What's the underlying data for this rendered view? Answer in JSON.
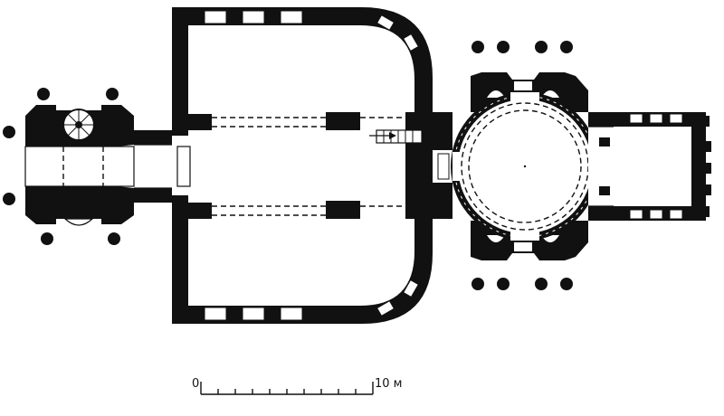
{
  "scale_bar": {
    "start_label": "0",
    "end_label": "10 м",
    "ticks": 10
  }
}
